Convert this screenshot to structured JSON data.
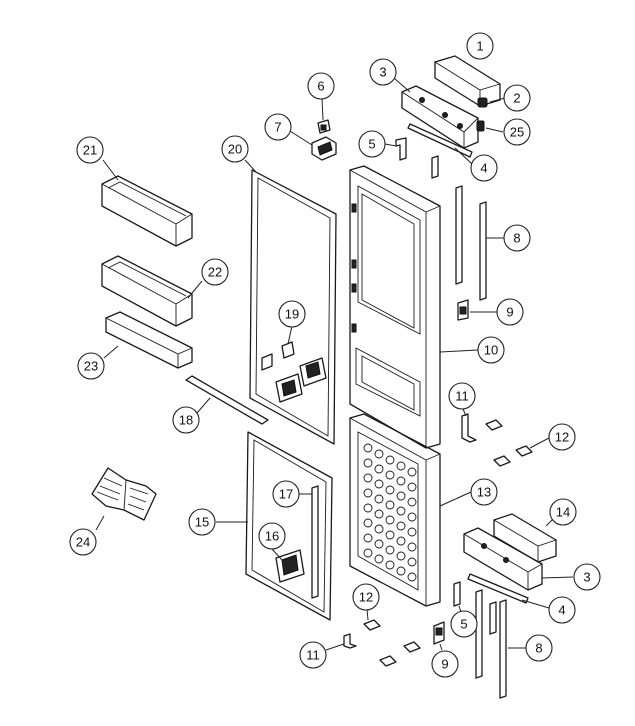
{
  "callouts": [
    {
      "id": "c1",
      "label": "1"
    },
    {
      "id": "c2",
      "label": "2"
    },
    {
      "id": "c3a",
      "label": "3"
    },
    {
      "id": "c25",
      "label": "25"
    },
    {
      "id": "c4a",
      "label": "4"
    },
    {
      "id": "c5a",
      "label": "5"
    },
    {
      "id": "c6",
      "label": "6"
    },
    {
      "id": "c7",
      "label": "7"
    },
    {
      "id": "c20",
      "label": "20"
    },
    {
      "id": "c21",
      "label": "21"
    },
    {
      "id": "c8a",
      "label": "8"
    },
    {
      "id": "c22",
      "label": "22"
    },
    {
      "id": "c19",
      "label": "19"
    },
    {
      "id": "c9a",
      "label": "9"
    },
    {
      "id": "c10",
      "label": "10"
    },
    {
      "id": "c23",
      "label": "23"
    },
    {
      "id": "c11a",
      "label": "11"
    },
    {
      "id": "c18",
      "label": "18"
    },
    {
      "id": "c12a",
      "label": "12"
    },
    {
      "id": "c13",
      "label": "13"
    },
    {
      "id": "c17",
      "label": "17"
    },
    {
      "id": "c14",
      "label": "14"
    },
    {
      "id": "c15",
      "label": "15"
    },
    {
      "id": "c24",
      "label": "24"
    },
    {
      "id": "c16",
      "label": "16"
    },
    {
      "id": "c3b",
      "label": "3"
    },
    {
      "id": "c12b",
      "label": "12"
    },
    {
      "id": "c4b",
      "label": "4"
    },
    {
      "id": "c5b",
      "label": "5"
    },
    {
      "id": "c8b",
      "label": "8"
    },
    {
      "id": "c11b",
      "label": "11"
    },
    {
      "id": "c9b",
      "label": "9"
    }
  ]
}
